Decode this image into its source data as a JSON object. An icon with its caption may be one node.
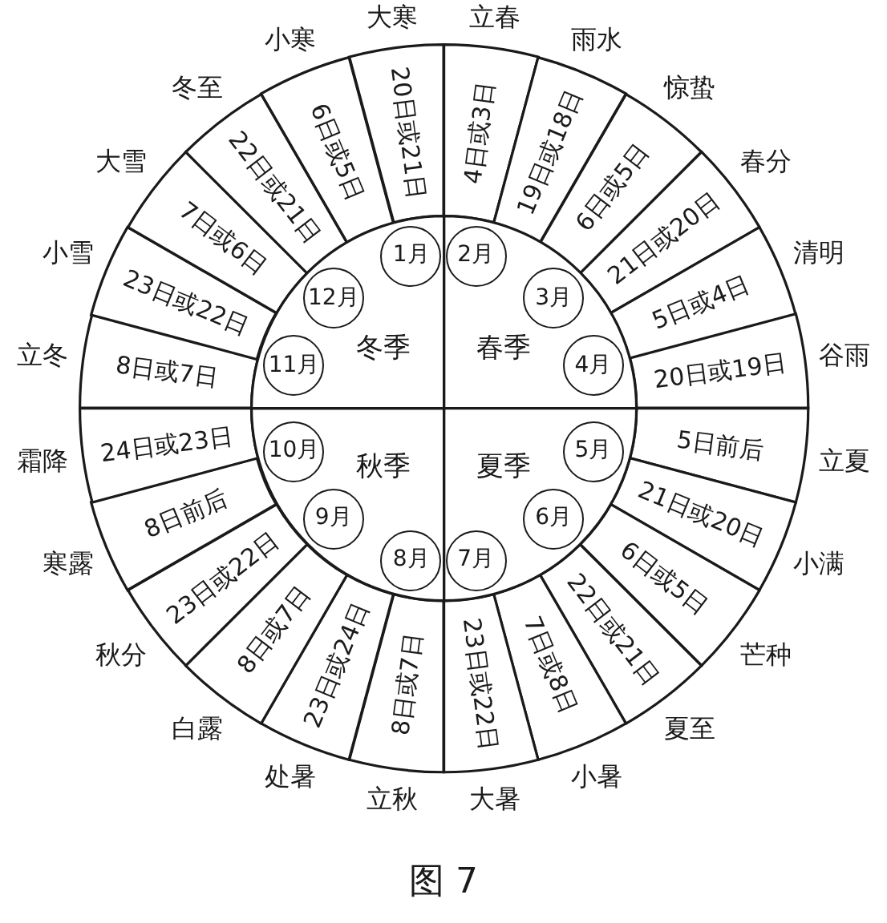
{
  "diagram": {
    "caption": "图 7",
    "nodes": [
      {
        "text": [
          "4日或3日"
        ],
        "beside": [
          "立春"
        ]
      },
      {
        "text": [
          "19日或18日"
        ],
        "beside": [
          "雨水"
        ]
      },
      {
        "text": [
          "6日或5日"
        ],
        "beside": [
          "惊蛰"
        ]
      },
      {
        "text": [
          "21日或20日"
        ],
        "beside": [
          "春分"
        ]
      },
      {
        "text": [
          "5日或4日"
        ],
        "beside": [
          "清明"
        ]
      },
      {
        "text": [
          "20日或19日"
        ],
        "beside": [
          "谷雨"
        ]
      },
      {
        "text": [
          "5日前后"
        ],
        "beside": [
          "立夏"
        ]
      },
      {
        "text": [
          "21日或20日"
        ],
        "beside": [
          "小满"
        ]
      },
      {
        "text": [
          "6日或5日"
        ],
        "beside": [
          "芒种"
        ]
      },
      {
        "text": [
          "22日或21日"
        ],
        "beside": [
          "夏至"
        ]
      },
      {
        "text": [
          "7日或8日"
        ],
        "beside": [
          "小暑"
        ]
      },
      {
        "text": [
          "23日或22日"
        ],
        "beside": [
          "大暑"
        ]
      },
      {
        "text": [
          "8日或7日"
        ],
        "beside": [
          "立秋"
        ]
      },
      {
        "text": [
          "23日或24日"
        ],
        "beside": [
          "处暑"
        ]
      },
      {
        "text": [
          "8日或7日"
        ],
        "beside": [
          "白露"
        ]
      },
      {
        "text": [
          "23日或22日"
        ],
        "beside": [
          "秋分"
        ]
      },
      {
        "text": [
          "8日前后"
        ],
        "beside": [
          "寒露"
        ]
      },
      {
        "text": [
          "24日或23日"
        ],
        "beside": [
          "霜降"
        ]
      },
      {
        "text": [
          "8日或7日"
        ],
        "beside": [
          "立冬"
        ]
      },
      {
        "text": [
          "23日或22日"
        ],
        "beside": [
          "小雪"
        ]
      },
      {
        "text": [
          "7日或6日"
        ],
        "beside": [
          "大雪"
        ]
      },
      {
        "text": [
          "22日或21日"
        ],
        "beside": [
          "冬至"
        ]
      },
      {
        "text": [
          "6日或5日"
        ],
        "beside": [
          "小寒"
        ]
      },
      {
        "text": [
          "20日或21日"
        ],
        "beside": [
          "大寒"
        ]
      },
      {
        "text": [
          "春季"
        ]
      },
      {
        "text": [
          "2月"
        ],
        "in": 24
      },
      {
        "text": [
          "3月"
        ],
        "in": 24
      },
      {
        "text": [
          "4月"
        ],
        "in": 24
      },
      {
        "text": [
          "夏季"
        ]
      },
      {
        "text": [
          "5月"
        ],
        "in": 28
      },
      {
        "text": [
          "6月"
        ],
        "in": 28
      },
      {
        "text": [
          "7月"
        ],
        "in": 28
      },
      {
        "text": [
          "秋季"
        ]
      },
      {
        "text": [
          "8月"
        ],
        "in": 32
      },
      {
        "text": [
          "9月"
        ],
        "in": 32
      },
      {
        "text": [
          "10月"
        ],
        "in": 32
      },
      {
        "text": [
          "冬季"
        ]
      },
      {
        "text": [
          "11月"
        ],
        "in": 36
      },
      {
        "text": [
          "12月"
        ],
        "in": 36
      },
      {
        "text": [
          "1月"
        ],
        "in": 36
      }
    ]
  }
}
